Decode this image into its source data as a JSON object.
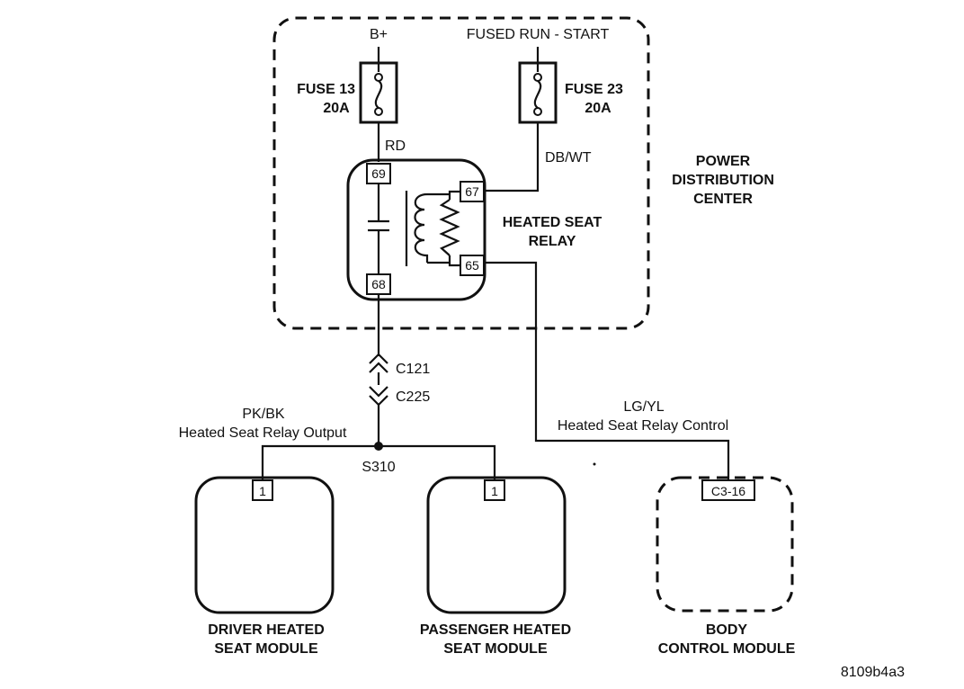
{
  "pdc": {
    "label_line1": "POWER",
    "label_line2": "DISTRIBUTION",
    "label_line3": "CENTER"
  },
  "sources": {
    "b_plus": "B+",
    "fused_run_start": "FUSED RUN - START"
  },
  "fuse13": {
    "name": "FUSE 13",
    "rating": "20A"
  },
  "fuse23": {
    "name": "FUSE 23",
    "rating": "20A"
  },
  "wires": {
    "rd": "RD",
    "db_wt": "DB/WT",
    "pk_bk": "PK/BK",
    "pk_bk_desc": "Heated Seat Relay Output",
    "lg_yl": "LG/YL",
    "lg_yl_desc": "Heated Seat Relay Control"
  },
  "relay": {
    "label_line1": "HEATED SEAT",
    "label_line2": "RELAY",
    "pins": {
      "p69": "69",
      "p67": "67",
      "p68": "68",
      "p65": "65"
    }
  },
  "connectors": {
    "c121": "C121",
    "c225": "C225",
    "s310": "S310"
  },
  "modules": {
    "driver": {
      "line1": "DRIVER HEATED",
      "line2": "SEAT MODULE",
      "pin": "1"
    },
    "passenger": {
      "line1": "PASSENGER HEATED",
      "line2": "SEAT MODULE",
      "pin": "1"
    },
    "bcm": {
      "line1": "BODY",
      "line2": "CONTROL MODULE",
      "pin": "C3-16"
    }
  },
  "figure_id": "8109b4a3"
}
